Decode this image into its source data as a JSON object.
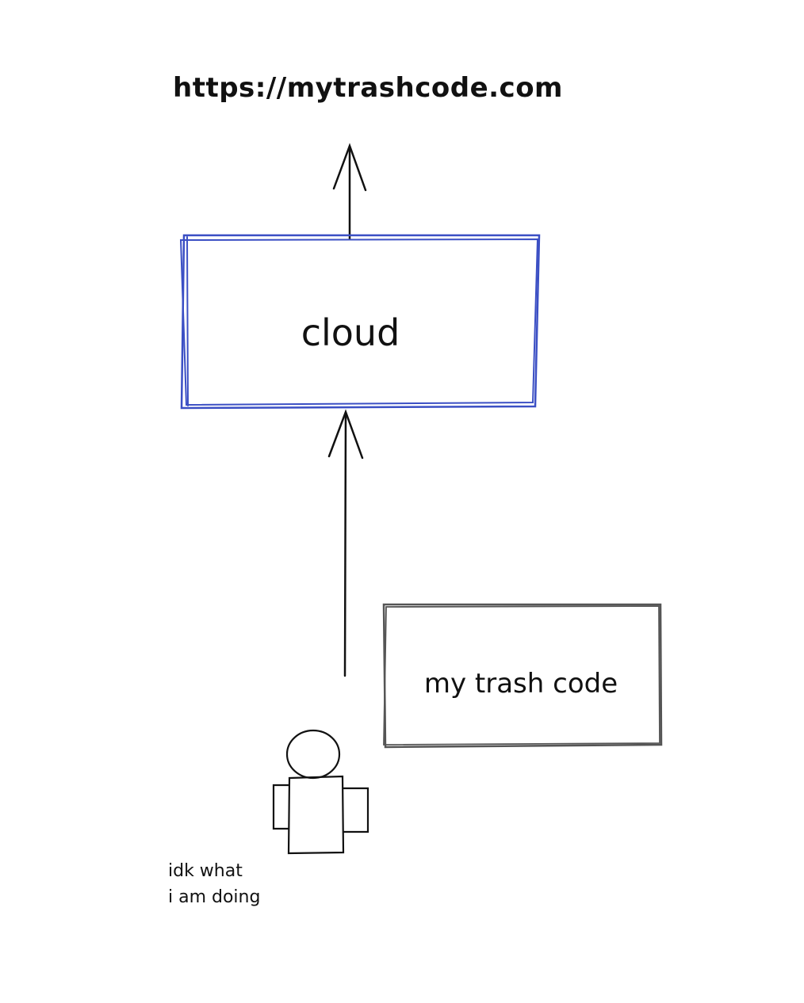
{
  "diagram": {
    "url_label": "https://mytrashcode.com",
    "cloud_box": {
      "label": "cloud",
      "stroke_color": "#3b4fc4"
    },
    "code_box": {
      "label": "my trash code",
      "stroke_color": "#555555"
    },
    "person": {
      "caption_line1": "idk what",
      "caption_line2": "i am doing"
    },
    "ink_color": "#111111"
  }
}
